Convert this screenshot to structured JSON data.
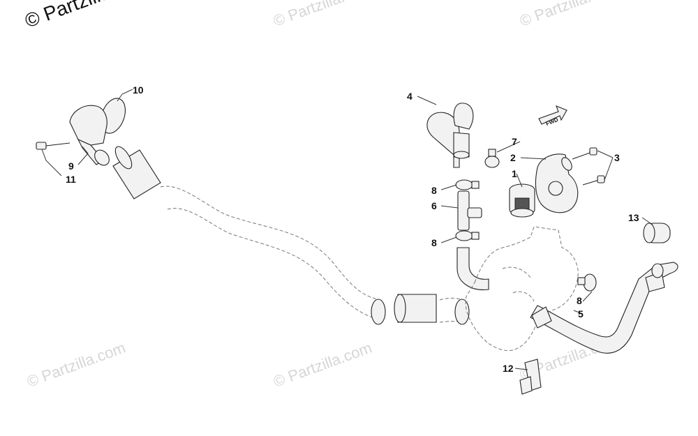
{
  "watermarks": [
    "© Partzilla.com",
    "© Partzilla.com",
    "© Partzilla.com",
    "© Partzilla.com",
    "© Partzilla.com",
    "© Partzilla.com"
  ],
  "direction_marker": "FWD",
  "callouts": {
    "c1": "1",
    "c2": "2",
    "c3": "3",
    "c4": "4",
    "c5": "5",
    "c6": "6",
    "c7": "7",
    "c8a": "8",
    "c8b": "8",
    "c8c": "8",
    "c9": "9",
    "c10": "10",
    "c11": "11",
    "c12": "12",
    "c13": "13"
  }
}
